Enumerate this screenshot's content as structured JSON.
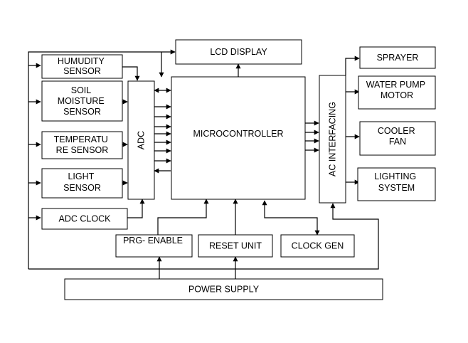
{
  "blocks": {
    "lcd_display": "LCD DISPLAY",
    "humidity_sensor": [
      "HUMUDITY",
      "SENSOR"
    ],
    "soil_moisture_sensor": [
      "SOIL",
      "MOISTURE",
      "SENSOR"
    ],
    "temperature_sensor": [
      "TEMPERATU",
      "RE SENSOR"
    ],
    "light_sensor": [
      "LIGHT",
      "SENSOR"
    ],
    "adc_clock": "ADC CLOCK",
    "adc": "ADC",
    "microcontroller": "MICROCONTROLLER",
    "ac_interfacing": "AC INTERFACING",
    "sprayer": "SPRAYER",
    "water_pump_motor": [
      "WATER PUMP",
      "MOTOR"
    ],
    "cooler_fan": [
      "COOLER",
      "FAN"
    ],
    "lighting_system": [
      "LIGHTING",
      "SYSTEM"
    ],
    "prg_enable": "PRG- ENABLE",
    "reset_unit": "RESET UNIT",
    "clock_gen": "CLOCK GEN",
    "power_supply": "POWER SUPPLY"
  }
}
